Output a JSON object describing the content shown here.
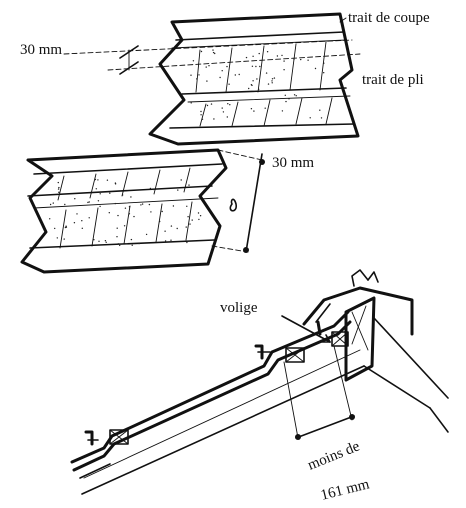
{
  "labels": {
    "cut_line": "trait de coupe",
    "fold_line": "trait de pli",
    "offset_top": "30 mm",
    "offset_side": "30 mm",
    "batten": "volige",
    "less_than": "moins de",
    "spacing": "161 mm"
  },
  "colors": {
    "ink": "#111111",
    "paper": "#ffffff"
  }
}
